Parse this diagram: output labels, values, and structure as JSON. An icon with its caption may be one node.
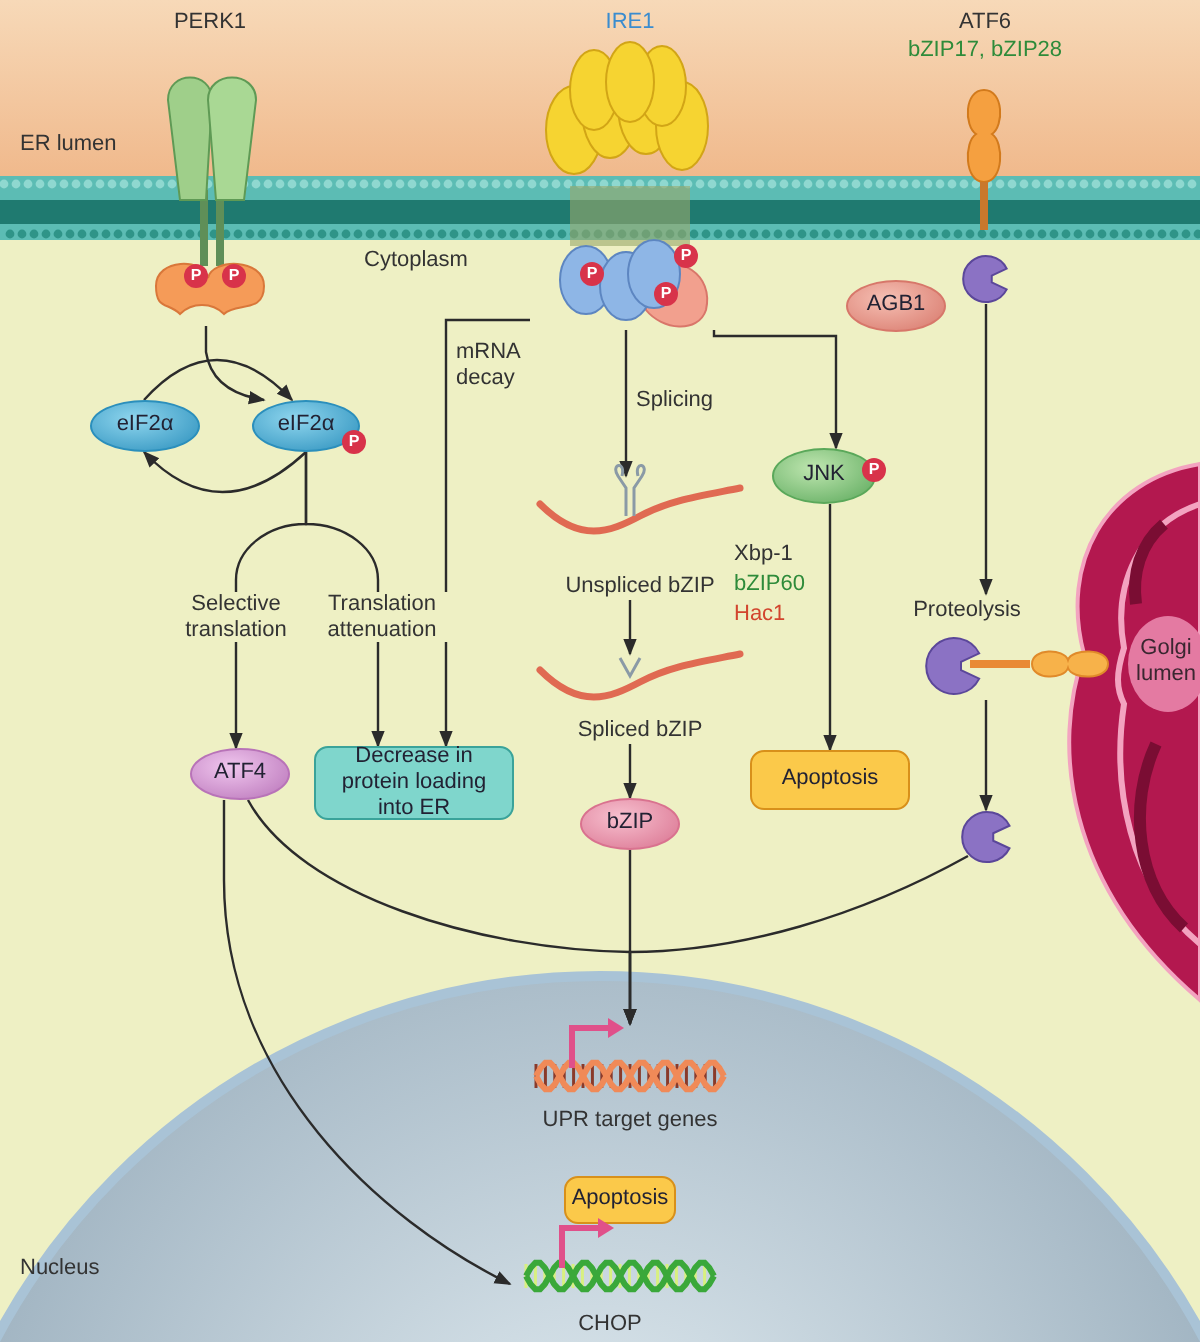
{
  "diagram": {
    "nodes": [
      {
        "text": [
          "PERK1"
        ]
      },
      {
        "text": [
          "IRE1"
        ]
      },
      {
        "text": [
          "ATF6",
          "bZIP17, bZIP28"
        ]
      },
      {
        "text": [
          "eIF2α"
        ]
      },
      {
        "text": [
          "eIF2α"
        ]
      },
      {
        "text": [
          "ATF4"
        ]
      },
      {
        "text": [
          "Decrease in protein loading into ER"
        ]
      },
      {
        "text": [
          "Unspliced bZIP"
        ],
        "beside": [
          "Xbp-1",
          "bZIP60",
          "Hac1"
        ]
      },
      {
        "text": [
          "Spliced bZIP"
        ]
      },
      {
        "text": [
          "bZIP"
        ]
      },
      {
        "text": [
          "JNK"
        ]
      },
      {
        "text": [
          "Apoptosis"
        ]
      },
      {
        "text": [
          "AGB1"
        ]
      },
      {
        "text": [],
        "shape": "picture"
      },
      {
        "text": [
          "Proteolysis"
        ]
      },
      {
        "text": [],
        "shape": "picture"
      },
      {
        "text": [
          "Golgi lumen"
        ]
      },
      {
        "text": [
          "Nucleus"
        ]
      },
      {
        "text": [
          "UPR target genes"
        ],
        "in": 17
      },
      {
        "text": [
          "Apoptosis"
        ],
        "in": 17
      },
      {
        "text": [
          "CHOP"
        ],
        "in": 17
      }
    ],
    "edges": [
      {
        "from": 0,
        "to": 4,
        "arrow": "to"
      },
      {
        "from": 3,
        "to": 4,
        "arrow": "to"
      },
      {
        "from": 4,
        "to": 3,
        "arrow": "to"
      },
      {
        "from": 4,
        "to": 5,
        "arrow": "to",
        "label": "Selective translation"
      },
      {
        "from": 4,
        "to": 6,
        "arrow": "to",
        "label": "Translation attenuation"
      },
      {
        "from": 1,
        "to": 6,
        "arrow": "to",
        "label": "mRNA decay"
      },
      {
        "from": 1,
        "to": 7,
        "arrow": "to",
        "label": "Splicing"
      },
      {
        "from": 1,
        "to": 10,
        "arrow": "to"
      },
      {
        "from": 7,
        "to": 8,
        "arrow": "to"
      },
      {
        "from": 8,
        "to": 9,
        "arrow": "to"
      },
      {
        "from": 9,
        "to": 18,
        "arrow": "to"
      },
      {
        "from": 10,
        "to": 11,
        "arrow": "to"
      },
      {
        "from": 13,
        "to": 14,
        "arrow": "to"
      },
      {
        "from": 14,
        "to": 15,
        "arrow": "to"
      },
      {
        "from": 5,
        "to": 18,
        "arrow": "to"
      },
      {
        "from": 15,
        "to": 18,
        "arrow": "to"
      },
      {
        "from": 5,
        "to": 20,
        "arrow": "to"
      }
    ],
    "labels": [
      "ER lumen",
      "Cytoplasm",
      "P",
      "P",
      "P",
      "P",
      "P",
      "P",
      "P"
    ]
  }
}
